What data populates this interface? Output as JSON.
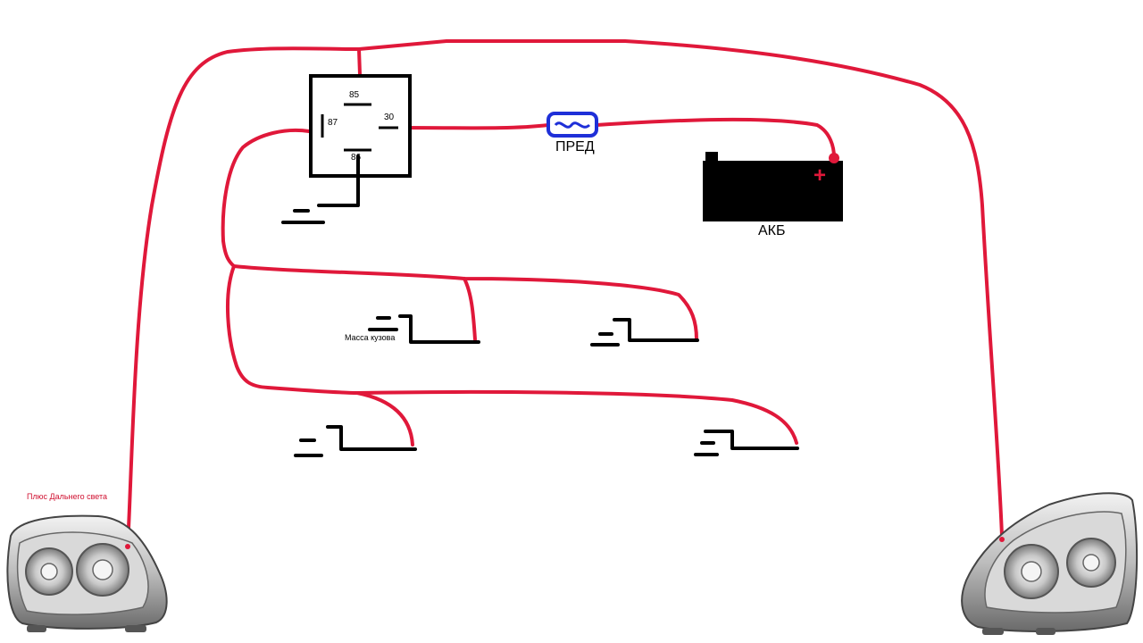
{
  "relay": {
    "pins": {
      "p85": "85",
      "p87": "87",
      "p30": "30",
      "p86": "86"
    }
  },
  "fuse": {
    "label": "ПРЕД"
  },
  "battery": {
    "label": "АКБ",
    "plus_symbol": "+"
  },
  "ground": {
    "label": "Масса кузова"
  },
  "headlight_left": {
    "label": "Плюс Дальнего света"
  },
  "colors": {
    "wire": "#e0183a",
    "fuse": "#1e2fd8",
    "ground": "#000000",
    "label_red": "#d01030"
  },
  "icons": [
    "relay-icon",
    "fuse-icon",
    "battery-icon",
    "ground-icon",
    "headlight-icon"
  ]
}
